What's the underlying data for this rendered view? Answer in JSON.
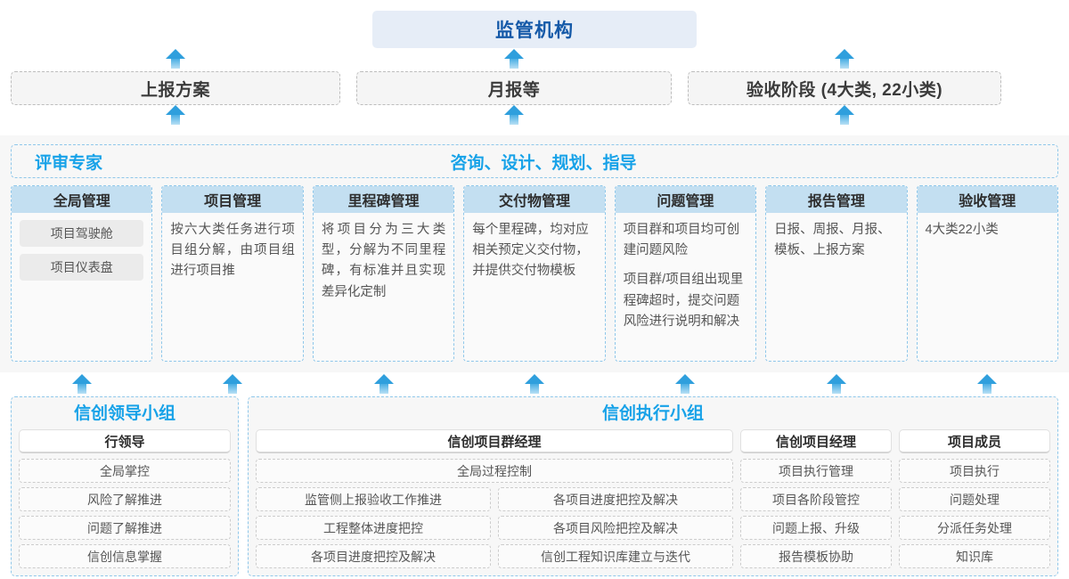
{
  "top": {
    "regulator": "监管机构",
    "reports": [
      {
        "label": "上报方案"
      },
      {
        "label": "月报等"
      },
      {
        "label": "验收阶段 (4大类, 22小类)"
      }
    ]
  },
  "middle": {
    "expert_label": "评审专家",
    "consult_label": "咨询、设计、规划、指导",
    "cards": [
      {
        "title": "全局管理",
        "pills": [
          "项目驾驶舱",
          "项目仪表盘"
        ],
        "texts": []
      },
      {
        "title": "项目管理",
        "pills": [],
        "texts": [
          "按六大类任务进行项目组分解，由项目组进行项目推"
        ]
      },
      {
        "title": "里程碑管理",
        "pills": [],
        "texts": [
          "将项目分为三大类型，分解为不同里程碑，有标准并且实现差异化定制"
        ]
      },
      {
        "title": "交付物管理",
        "pills": [],
        "texts": [
          "每个里程碑，均对应相关预定义交付物，并提供交付物模板"
        ]
      },
      {
        "title": "问题管理",
        "pills": [],
        "texts": [
          "项目群和项目均可创建问题风险",
          "项目群/项目组出现里程碑超时，提交问题风险进行说明和解决"
        ]
      },
      {
        "title": "报告管理",
        "pills": [],
        "texts": [
          "日报、周报、月报、模板、上报方案"
        ]
      },
      {
        "title": "验收管理",
        "pills": [],
        "texts": [
          "4大类22小类"
        ]
      }
    ]
  },
  "bottom": {
    "leader_group": {
      "title": "信创领导小组",
      "role": "行领导",
      "tasks": [
        "全局掌控",
        "风险了解推进",
        "问题了解推进",
        "信创信息掌握"
      ]
    },
    "exec_group": {
      "title": "信创执行小组",
      "program_manager": {
        "role": "信创项目群经理",
        "full_width_task": "全局过程控制",
        "left_tasks": [
          "监管侧上报验收工作推进",
          "工程整体进度把控",
          "各项目进度把控及解决"
        ],
        "right_tasks": [
          "各项目进度把控及解决",
          "各项目风险把控及解决",
          "信创工程知识库建立与迭代"
        ]
      },
      "project_manager": {
        "role": "信创项目经理",
        "tasks": [
          "项目执行管理",
          "项目各阶段管控",
          "问题上报、升级",
          "报告模板协助"
        ]
      },
      "project_member": {
        "role": "项目成员",
        "tasks": [
          "项目执行",
          "问题处理",
          "分派任务处理",
          "知识库"
        ]
      }
    }
  },
  "colors": {
    "accent_blue": "#17a2e8",
    "dark_blue": "#1459a8",
    "card_header": "#c3dff1",
    "regulator_bg": "#e6edf7",
    "panel_bg": "#f7f7f7",
    "pill_bg": "#ebebeb"
  }
}
